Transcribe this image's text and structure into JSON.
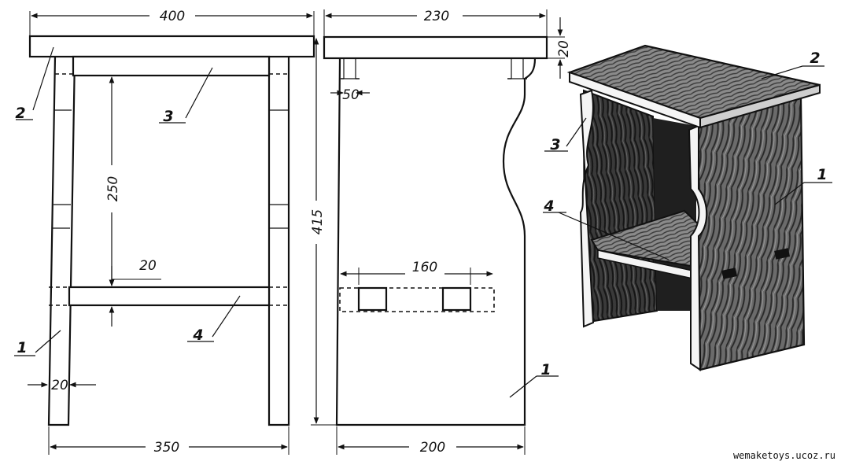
{
  "drawing": {
    "front_view": {
      "width_top": "400",
      "width_bottom": "350",
      "shelf_height": "250",
      "shelf_thickness": "20",
      "leg_thickness": "20",
      "callouts": {
        "top": "2",
        "rail": "3",
        "shelf": "4",
        "leg": "1"
      }
    },
    "side_view": {
      "width_top": "230",
      "width_bottom": "200",
      "total_height": "415",
      "top_thickness": "20",
      "tenon_offset": "50",
      "slot_span": "160",
      "callouts": {
        "leg": "1"
      }
    },
    "perspective": {
      "callouts": {
        "top": "2",
        "rail": "3",
        "shelf": "4",
        "leg": "1"
      }
    },
    "credit": "wemaketoys.ucoz.ru"
  }
}
